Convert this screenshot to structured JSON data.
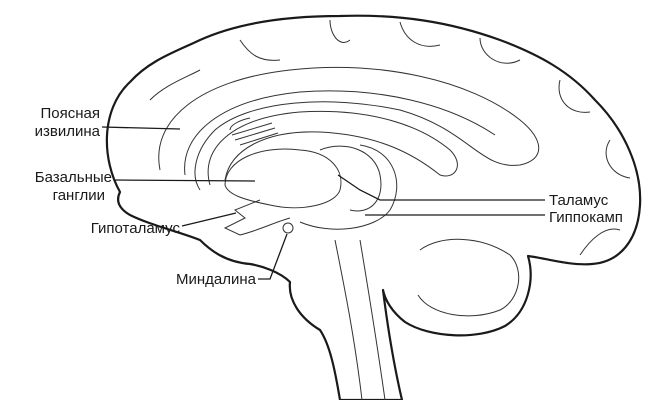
{
  "title": "Brain sagittal section",
  "labels": {
    "cingulate_line1": "Поясная",
    "cingulate_line2": "извилина",
    "basal_line1": "Базальные",
    "basal_line2": "ганглии",
    "hypothalamus": "Гипоталамус",
    "amygdala": "Миндалина",
    "thalamus": "Таламус",
    "hippocampus": "Гиппокамп"
  },
  "colors": {
    "ink": "#1a1a1a",
    "background": "#ffffff"
  }
}
